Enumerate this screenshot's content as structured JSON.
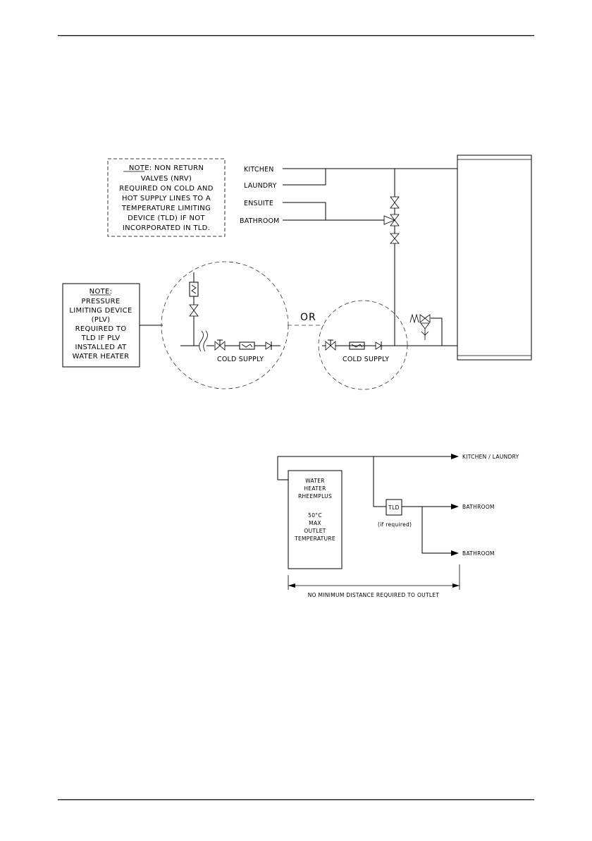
{
  "diagram_top": {
    "note_nrv": {
      "lines": [
        "NOTE: NON RETURN",
        "VALVES (NRV)",
        "REQUIRED ON COLD AND",
        "HOT SUPPLY LINES TO A",
        "TEMPERATURE LIMITING",
        "DEVICE (TLD) IF NOT",
        "INCORPORATED IN TLD."
      ]
    },
    "outlets": [
      "KITCHEN",
      "LAUNDRY",
      "ENSUITE",
      "BATHROOM"
    ],
    "note_plv": {
      "lines": [
        "NOTE:",
        "PRESSURE",
        "LIMITING DEVICE",
        "(PLV)",
        "REQUIRED TO",
        "TLD IF PLV",
        "INSTALLED AT",
        "WATER HEATER"
      ]
    },
    "or_label": "OR",
    "cold_supply_left": "COLD SUPPLY",
    "cold_supply_right": "COLD SUPPLY"
  },
  "diagram_bottom": {
    "heater_lines": [
      "WATER",
      "HEATER",
      "RHEEMPLUS",
      "",
      "50°C",
      "MAX",
      "OUTLET",
      "TEMPERATURE"
    ],
    "outlet_kitchen": "KITCHEN / LAUNDRY",
    "outlet_bathroom_1": "BATHROOM",
    "outlet_bathroom_2": "BATHROOM",
    "tld_label": "TLD",
    "tld_note": "(if required)",
    "distance_note": "NO MINIMUM DISTANCE REQUIRED TO OUTLET"
  }
}
